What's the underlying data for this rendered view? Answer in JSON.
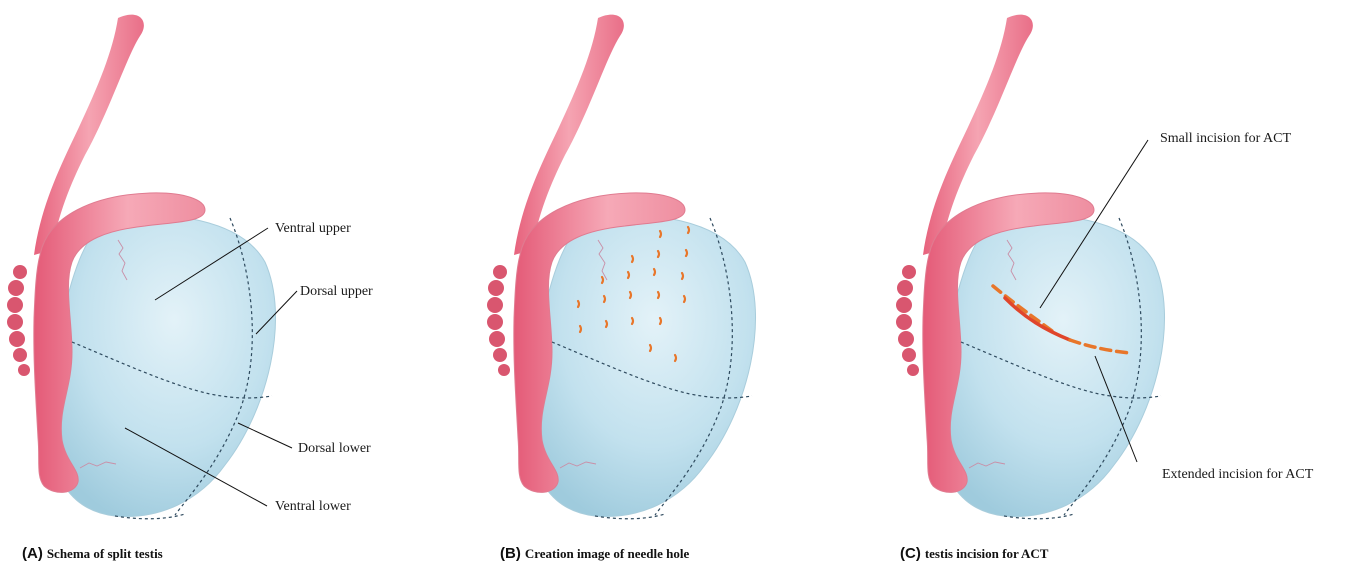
{
  "panels": [
    {
      "letter": "(A)",
      "caption": "Schema of split testis",
      "labels": {
        "ventral_upper": "Ventral upper",
        "dorsal_upper": "Dorsal upper",
        "dorsal_lower": "Dorsal lower",
        "ventral_lower": "Ventral lower"
      }
    },
    {
      "letter": "(B)",
      "caption": "Creation image of needle hole"
    },
    {
      "letter": "(C)",
      "caption": "testis incision for ACT",
      "labels": {
        "small_incision": "Small incision for ACT",
        "extended_incision": "Extended incision for ACT"
      }
    }
  ],
  "colors": {
    "testis_fill": "#bfe0ec",
    "epididymis": "#ef8d9f",
    "cord": "#ee7f94",
    "incision_orange": "#e8762a",
    "incision_red": "#e0452b",
    "dashed_line": "#2e4a5e"
  }
}
